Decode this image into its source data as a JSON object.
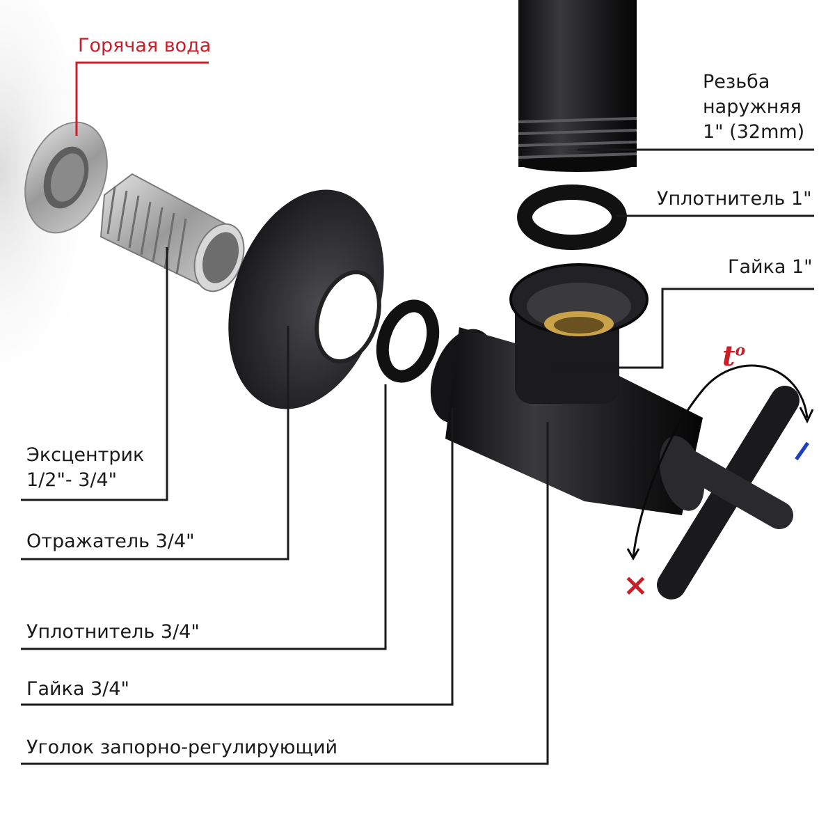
{
  "labels": {
    "hot_water": "Горячая вода",
    "thread": "Резьба\nнаружняя\n1\" (32mm)",
    "seal_1": "Уплотнитель 1\"",
    "nut_1": "Гайка 1\"",
    "eccentric": "Эксцентрик\n1/2\"- 3/4\"",
    "reflector": "Отражатель 3/4\"",
    "seal_34": "Уплотнитель 3/4\"",
    "nut_34": "Гайка 3/4\"",
    "valve": "Уголок запорно-регулирующий"
  },
  "rotation": {
    "temp_symbol": "t",
    "temp_degree": "o",
    "minus": "−",
    "close": "×"
  },
  "colors": {
    "hot": "#c8202a",
    "cold": "#1f3fbf",
    "body": "#1c1c1f",
    "chrome": "#b8b8b8",
    "brass": "#c9a24a"
  }
}
